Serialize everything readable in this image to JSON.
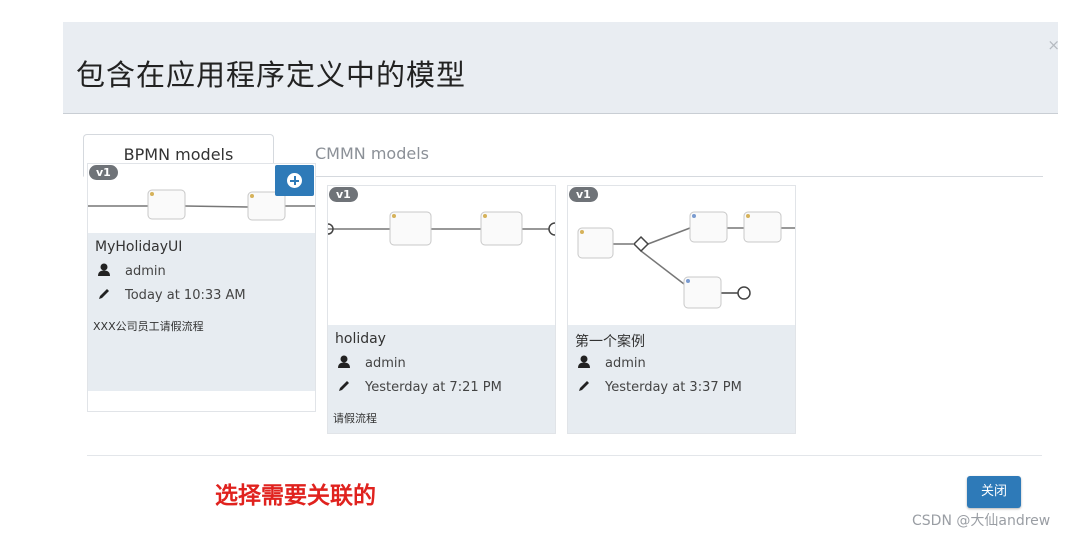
{
  "modal": {
    "title": "包含在应用程序定义中的模型",
    "close_glyph": "×"
  },
  "tabs": [
    {
      "label": "BPMN models",
      "active": true
    },
    {
      "label": "CMMN models",
      "active": false
    }
  ],
  "models": [
    {
      "version": "v1",
      "name": "MyHolidayUI",
      "author": "admin",
      "modified": "Today at 10:33 AM",
      "description": "XXX公司员工请假流程",
      "has_add_button": true
    },
    {
      "version": "v1",
      "name": "holiday",
      "author": "admin",
      "modified": "Yesterday at 7:21 PM",
      "description": "请假流程",
      "has_add_button": false
    },
    {
      "version": "v1",
      "name": "第一个案例",
      "author": "admin",
      "modified": "Yesterday at 3:37 PM",
      "description": "",
      "has_add_button": false
    }
  ],
  "icons": {
    "author": "user-icon",
    "modified": "pencil-icon",
    "add": "plus-circle-icon"
  },
  "annotation": "选择需要关联的",
  "footer": {
    "close_label": "关闭"
  },
  "watermark": "CSDN @大仙andrew",
  "colors": {
    "primary": "#2e7ab8",
    "header_bg": "#e9edf2",
    "card_info_bg": "#e7ecf1",
    "annotation": "#e0221e"
  }
}
